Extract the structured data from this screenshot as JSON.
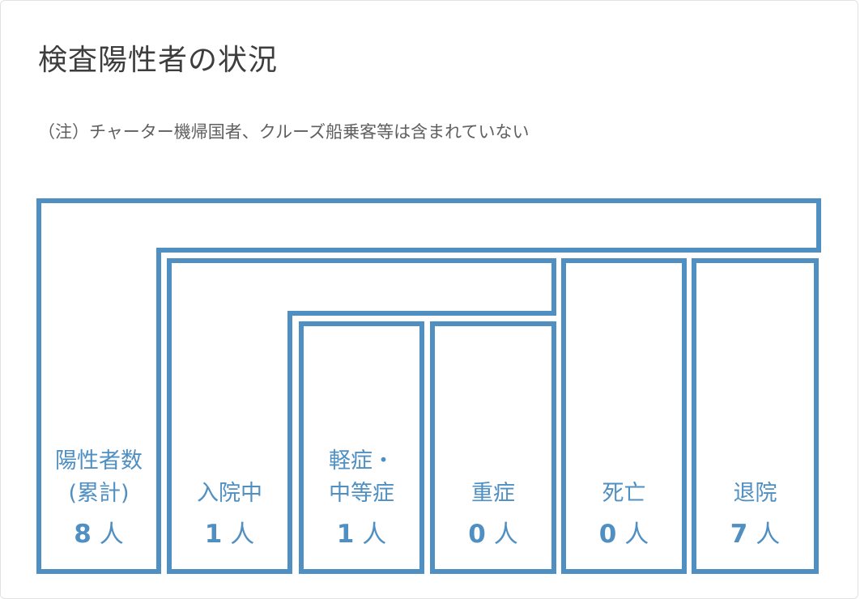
{
  "header": {
    "title": "検査陽性者の状況",
    "note": "（注）チャーター機帰国者、クルーズ船乗客等は含まれていない"
  },
  "colors": {
    "accent": "#4f8fc2",
    "title_text": "#3d3d3d",
    "note_text": "#5f5f5f"
  },
  "chart_data": {
    "type": "table",
    "unit": "人",
    "nodes": [
      {
        "id": "positive",
        "label_lines": [
          "陽性者数",
          "(累計)"
        ],
        "value": 8,
        "parent": null
      },
      {
        "id": "hospitalized",
        "label_lines": [
          "入院中"
        ],
        "value": 1,
        "parent": "positive"
      },
      {
        "id": "mild",
        "label_lines": [
          "軽症・",
          "中等症"
        ],
        "value": 1,
        "parent": "hospitalized"
      },
      {
        "id": "severe",
        "label_lines": [
          "重症"
        ],
        "value": 0,
        "parent": "hospitalized"
      },
      {
        "id": "deceased",
        "label_lines": [
          "死亡"
        ],
        "value": 0,
        "parent": "positive"
      },
      {
        "id": "discharged",
        "label_lines": [
          "退院"
        ],
        "value": 7,
        "parent": "positive"
      }
    ]
  }
}
